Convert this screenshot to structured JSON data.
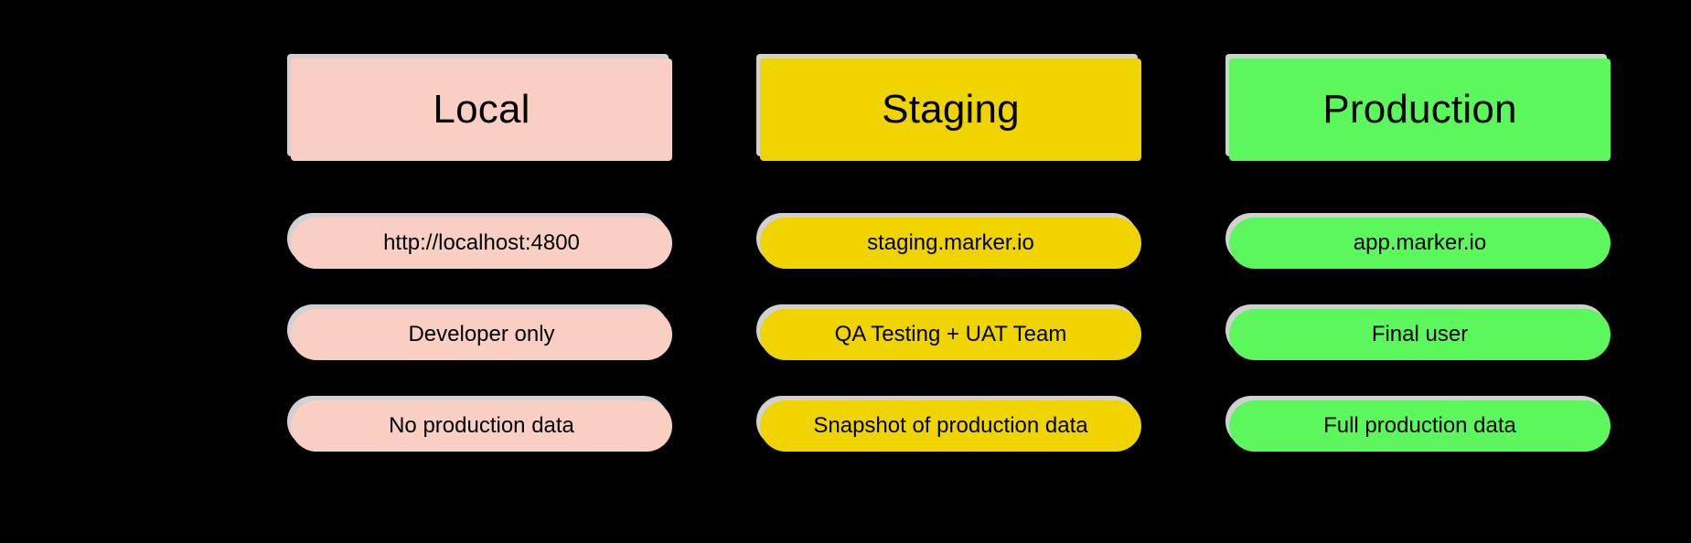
{
  "canvas": {
    "background": "#000000",
    "shadow_color": "#d2d0d4",
    "text_color": "#000000"
  },
  "columns": [
    {
      "key": "local",
      "color": "#F8CFC2",
      "header": "Local",
      "rows": [
        {
          "label": "http://localhost:4800"
        },
        {
          "label": "Developer only"
        },
        {
          "label": "No production data"
        }
      ]
    },
    {
      "key": "staging",
      "color": "#F0D400",
      "header": "Staging",
      "rows": [
        {
          "label": "staging.marker.io"
        },
        {
          "label": "QA Testing + UAT Team"
        },
        {
          "label": "Snapshot of production data"
        }
      ]
    },
    {
      "key": "production",
      "color": "#5CF75C",
      "header": "Production",
      "rows": [
        {
          "label": "app.marker.io"
        },
        {
          "label": "Final user"
        },
        {
          "label": "Full production data"
        }
      ]
    }
  ]
}
